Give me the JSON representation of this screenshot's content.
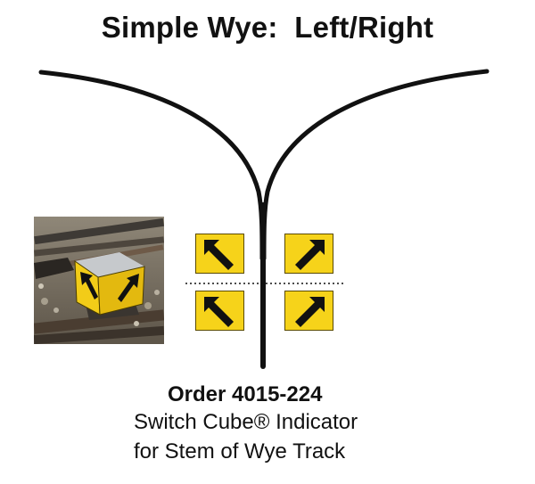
{
  "diagram": {
    "title": "Simple Wye:  Left/Right",
    "caption": {
      "order": "Order 4015-224",
      "line1": "Switch Cube® Indicator",
      "line2": "for Stem of Wye Track"
    },
    "signs": [
      {
        "position": "upper-left",
        "arrow": "up-left-arrow-icon"
      },
      {
        "position": "upper-right",
        "arrow": "up-right-arrow-icon"
      },
      {
        "position": "lower-left",
        "arrow": "up-left-arrow-icon"
      },
      {
        "position": "lower-right",
        "arrow": "up-right-arrow-icon"
      }
    ],
    "photo": "switch-cube-photo",
    "colors": {
      "sign_yellow": "#f6d31a",
      "arrow": "#111111",
      "track": "#111111"
    }
  }
}
